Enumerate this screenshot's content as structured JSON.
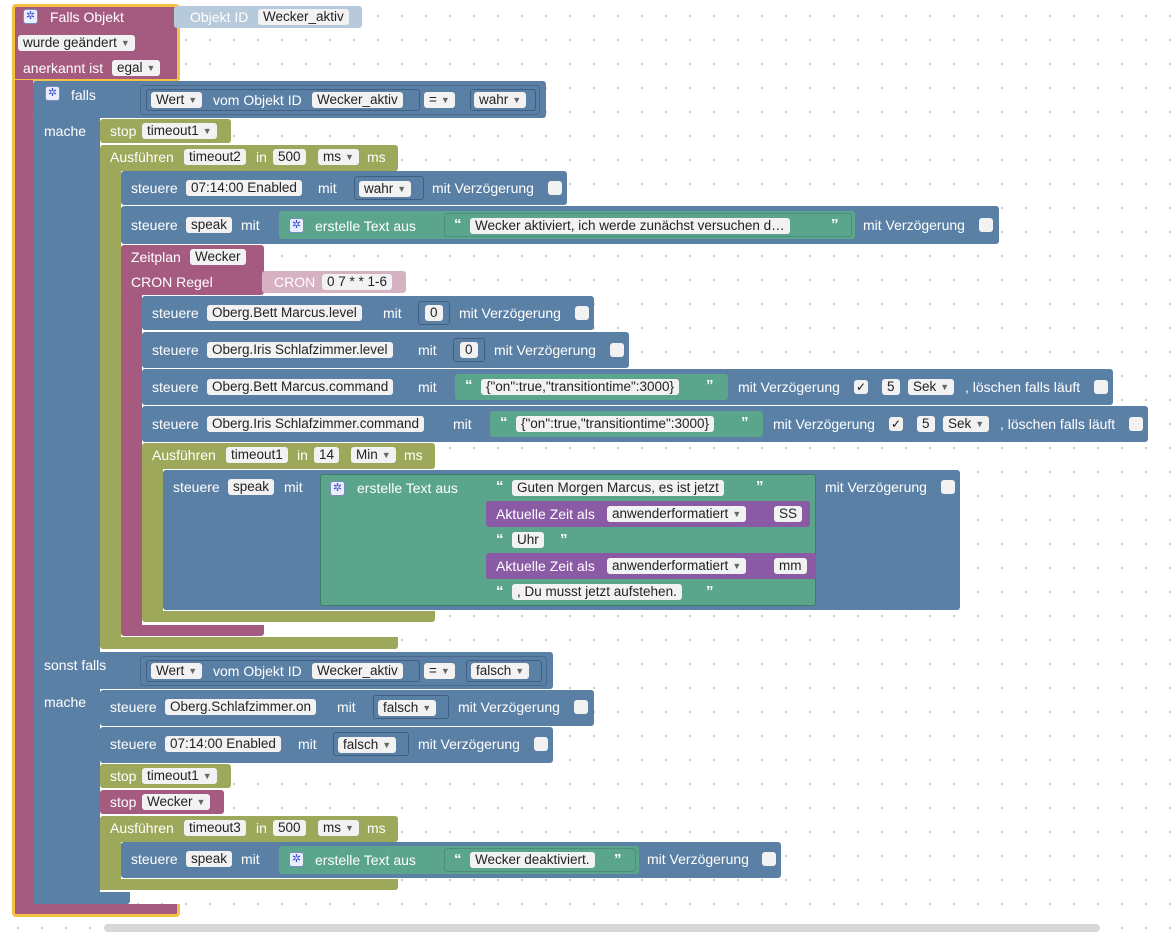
{
  "event": {
    "title": "Falls Objekt",
    "prop_label": "Objekt ID",
    "object_id": "Wecker_aktiv",
    "trigger": "wurde geändert",
    "ack_label": "anerkannt ist",
    "ack_value": "egal"
  },
  "if_block": {
    "falls": "falls",
    "mache": "mache",
    "sonst_falls": "sonst falls",
    "mache2": "mache"
  },
  "cond1": {
    "wert": "Wert",
    "vom": "vom Objekt ID",
    "id": "Wecker_aktiv",
    "op": "=",
    "val": "wahr"
  },
  "cond2": {
    "wert": "Wert",
    "vom": "vom Objekt ID",
    "id": "Wecker_aktiv",
    "op": "=",
    "val": "falsch"
  },
  "common": {
    "stop": "stop",
    "ausfuehren": "Ausführen",
    "in": "in",
    "ms": "ms",
    "steuere": "steuere",
    "mit": "mit",
    "mit_verz": "mit Verzögerung",
    "erstelle": "erstelle Text aus",
    "loeschen": ", löschen falls läuft",
    "sek": "Sek",
    "min": "Min",
    "check": "✓",
    "aktuelle": "Aktuelle Zeit als",
    "anwender": "anwenderformatiert"
  },
  "b_stop1": {
    "name": "timeout1"
  },
  "b_exec2": {
    "name": "timeout2",
    "value": "500",
    "unit": "ms"
  },
  "b_st1": {
    "obj": "07:14:00 Enabled",
    "val": "wahr"
  },
  "b_st2": {
    "obj": "speak",
    "text": "Wecker aktiviert, ich werde zunächst versuchen d…"
  },
  "sched": {
    "label": "Zeitplan",
    "name": "Wecker",
    "cron_label": "CRON Regel",
    "cron_tag": "CRON",
    "cron": "0 7 * * 1-6"
  },
  "s1": {
    "obj": "Oberg.Bett Marcus.level",
    "val": "0"
  },
  "s2": {
    "obj": "Oberg.Iris Schlafzimmer.level",
    "val": "0"
  },
  "s3": {
    "obj": "Oberg.Bett Marcus.command",
    "val": "{\"on\":true,\"transitiontime\":3000}",
    "delay": "5"
  },
  "s4": {
    "obj": "Oberg.Iris Schlafzimmer.command",
    "val": "{\"on\":true,\"transitiontime\":3000}",
    "delay": "5"
  },
  "exec1": {
    "name": "timeout1",
    "value": "14"
  },
  "speak2": {
    "obj": "speak",
    "t1": "Guten Morgen Marcus, es ist jetzt",
    "fmt1": "SS",
    "t2": "Uhr",
    "fmt2": "mm",
    "t3": ", Du musst jetzt aufstehen."
  },
  "else": {
    "o1": "Oberg.Schlafzimmer.on",
    "v1": "falsch",
    "o2": "07:14:00 Enabled",
    "v2": "falsch",
    "stop1": "timeout1",
    "stop2": "Wecker",
    "exec_name": "timeout3",
    "exec_val": "500",
    "exec_unit": "ms",
    "speak_obj": "speak",
    "speak_text": "Wecker deaktiviert."
  },
  "colors": {
    "event": "#a55b80",
    "logic": "#5b80a5",
    "control": "#9ea85b",
    "text": "#5ba58c",
    "time": "#a55b99",
    "cron": "#d6b1c2",
    "highlight": "#f5c142"
  }
}
